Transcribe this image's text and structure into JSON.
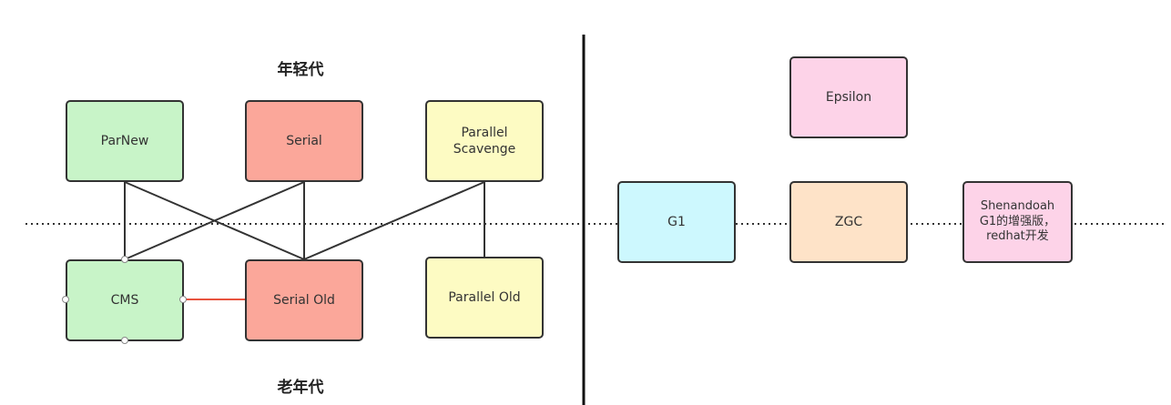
{
  "labels": {
    "young": "年轻代",
    "old": "老年代"
  },
  "nodes": {
    "parnew": "ParNew",
    "serial": "Serial",
    "parallel_scavenge": "Parallel\nScavenge",
    "cms": "CMS",
    "serial_old": "Serial Old",
    "parallel_old": "Parallel Old",
    "epsilon": "Epsilon",
    "g1": "G1",
    "zgc": "ZGC",
    "shenandoah": "Shenandoah\nG1的增强版，\nredhat开发"
  },
  "colors": {
    "green": "#c8f4c8",
    "red": "#fba79a",
    "yellow": "#fdfbc3",
    "pink": "#fdd3e8",
    "cyan": "#cdf8fe",
    "peach": "#fee3c8",
    "highlight_edge": "#e8533f"
  }
}
